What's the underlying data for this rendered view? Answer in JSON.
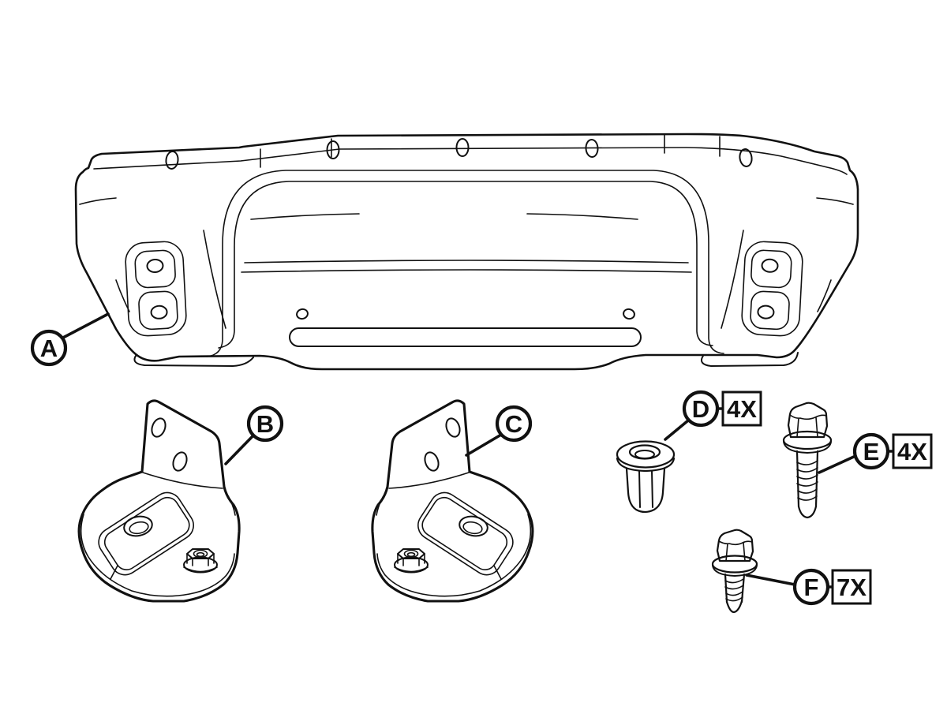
{
  "colors": {
    "ink": "#111111",
    "paper": "#ffffff"
  },
  "callouts": {
    "a": {
      "letter": "A"
    },
    "b": {
      "letter": "B"
    },
    "c": {
      "letter": "C"
    },
    "d": {
      "letter": "D",
      "quantity": "4X"
    },
    "e": {
      "letter": "E",
      "quantity": "4X"
    },
    "f": {
      "letter": "F",
      "quantity": "7X"
    }
  }
}
